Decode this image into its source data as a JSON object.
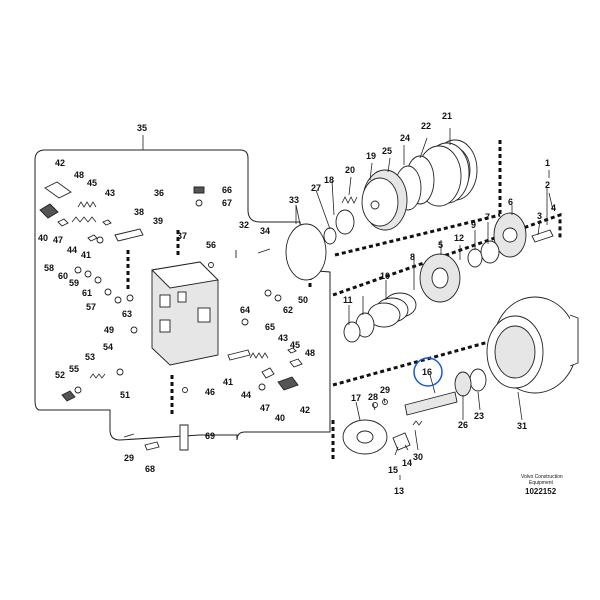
{
  "labels": {
    "p1": "1",
    "p2": "2",
    "p3": "3",
    "p4": "4",
    "p5": "5",
    "p6": "6",
    "p7": "7",
    "p8": "8",
    "p9": "9",
    "p10": "10",
    "p11": "11",
    "p12": "12",
    "p13": "13",
    "p14": "14",
    "p15": "15",
    "p16": "16",
    "p17": "17",
    "p18": "18",
    "p19": "19",
    "p20": "20",
    "p21": "21",
    "p22": "22",
    "p23": "23",
    "p24": "24",
    "p25": "25",
    "p26": "26",
    "p27": "27",
    "p28": "28",
    "p29": "29",
    "p30": "30",
    "p31": "31",
    "p32": "32",
    "p33": "33",
    "p34": "34",
    "p35": "35",
    "p36": "36",
    "p37": "37",
    "p38": "38",
    "p39": "39",
    "p40a": "40",
    "p40b": "40",
    "p41a": "41",
    "p41b": "41",
    "p42a": "42",
    "p42b": "42",
    "p43a": "43",
    "p43b": "43",
    "p44a": "44",
    "p44b": "44",
    "p45a": "45",
    "p45b": "45",
    "p46": "46",
    "p47a": "47",
    "p47b": "47",
    "p48a": "48",
    "p48b": "48",
    "p49": "49",
    "p50": "50",
    "p51": "51",
    "p52": "52",
    "p53": "53",
    "p54": "54",
    "p55": "55",
    "p56": "56",
    "p57": "57",
    "p58": "58",
    "p59": "59",
    "p60": "60",
    "p61": "61",
    "p62": "62",
    "p63": "63",
    "p64": "64",
    "p65": "65",
    "p66": "66",
    "p67": "67",
    "p68": "68",
    "p69": "69",
    "p29b": "29"
  },
  "footer": {
    "company_line1": "Volvo Construction",
    "company_line2": "Equipment",
    "drawing_number": "1022152"
  },
  "highlight": {
    "part": "16",
    "color": "#1a5bd6"
  },
  "colors": {
    "ink": "#222222",
    "background": "#ffffff"
  }
}
